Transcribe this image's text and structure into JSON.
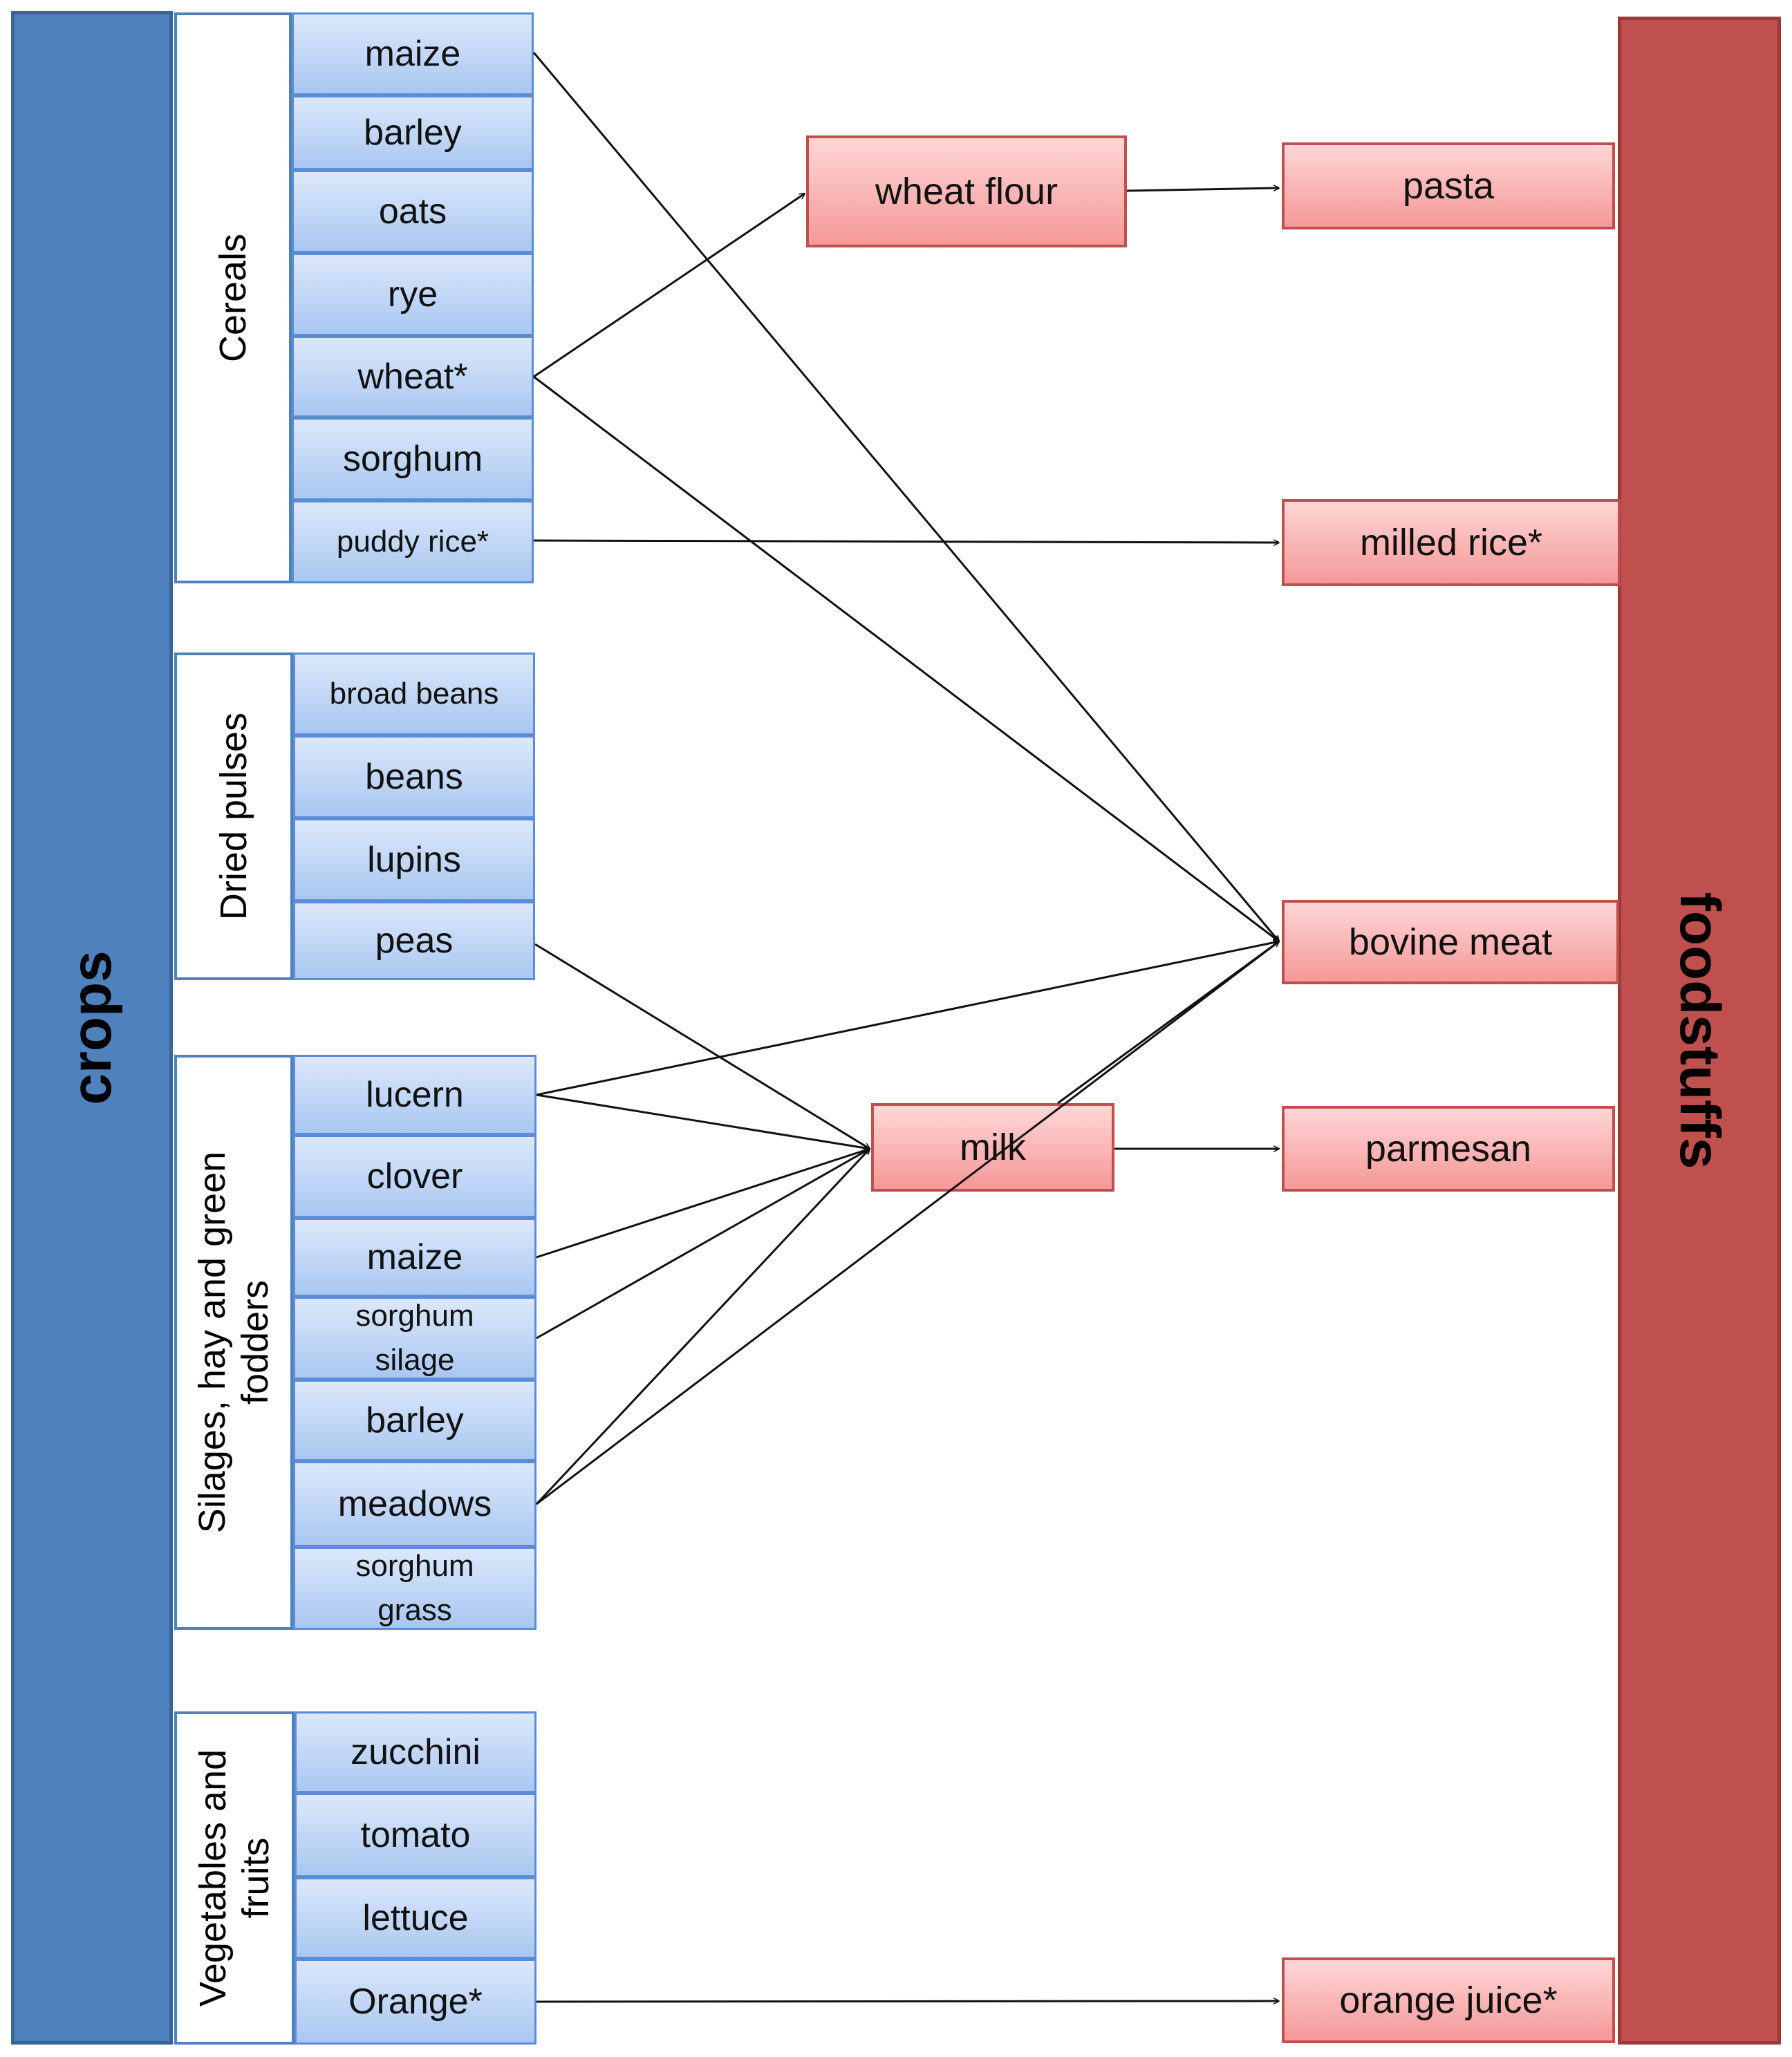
{
  "crops_label": "crops",
  "foodstuffs_label": "foodstuffs",
  "groups": {
    "cereals": {
      "label": "Cereals",
      "items": [
        "maize",
        "barley",
        "oats",
        "rye",
        "wheat*",
        "sorghum",
        "puddy rice*"
      ]
    },
    "pulses": {
      "label": "Dried pulses",
      "items": [
        "broad beans",
        "beans",
        "lupins",
        "peas"
      ]
    },
    "silages": {
      "label": "Silages, hay and green fodders",
      "items": [
        "lucern",
        "clover",
        "maize",
        "sorghum silage",
        "barley",
        "meadows",
        "sorghum grass"
      ]
    },
    "vegetables": {
      "label": "Vegetables and fruits",
      "items": [
        "zucchini",
        "tomato",
        "lettuce",
        "Orange*"
      ]
    }
  },
  "intermediates": {
    "wheat_flour": "wheat flour",
    "milk": "milk"
  },
  "foodstuffs": {
    "pasta": "pasta",
    "milled_rice": "milled rice*",
    "bovine_meat": "bovine meat",
    "parmesan": "parmesan",
    "orange_juice": "orange juice*"
  },
  "flows": [
    {
      "from": "maize",
      "to": "bovine meat"
    },
    {
      "from": "wheat*",
      "to": "wheat flour"
    },
    {
      "from": "wheat*",
      "to": "bovine meat"
    },
    {
      "from": "wheat flour",
      "to": "pasta"
    },
    {
      "from": "puddy rice*",
      "to": "milled rice*"
    },
    {
      "from": "peas",
      "to": "milk"
    },
    {
      "from": "lucern",
      "to": "bovine meat"
    },
    {
      "from": "lucern",
      "to": "milk"
    },
    {
      "from": "maize",
      "to": "milk"
    },
    {
      "from": "sorghum silage",
      "to": "milk"
    },
    {
      "from": "meadows",
      "to": "milk"
    },
    {
      "from": "meadows",
      "to": "bovine meat"
    },
    {
      "from": "milk",
      "to": "bovine meat"
    },
    {
      "from": "milk",
      "to": "parmesan"
    },
    {
      "from": "Orange*",
      "to": "orange juice*"
    }
  ]
}
